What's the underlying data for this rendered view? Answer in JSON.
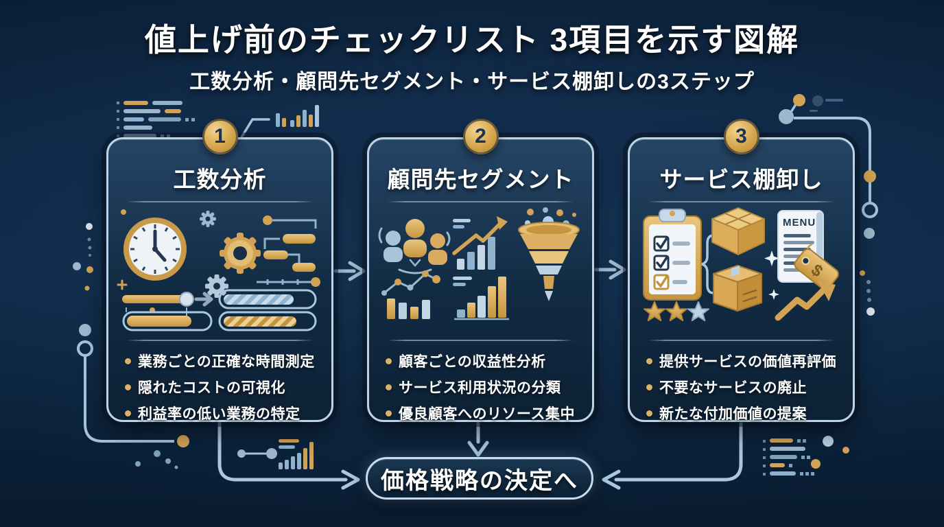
{
  "title": "値上げ前のチェックリスト 3項目を示す図解",
  "subtitle": "工数分析・顧問先セグメント・サービス棚卸しの3ステップ",
  "colors": {
    "background": "#0d2542",
    "card_border": "#bcd4e6",
    "gold": "#d2a355",
    "light_blue": "#a9c7de",
    "text": "#ffffff"
  },
  "cards": [
    {
      "badge": "1",
      "title": "工数分析",
      "icons": [
        "clock-icon",
        "gears-icon",
        "gantt-chart-icon",
        "slider-icon",
        "progress-bars-icon"
      ],
      "bullets": [
        "業務ごとの正確な時間測定",
        "隠れたコストの可視化",
        "利益率の低い業務の特定"
      ]
    },
    {
      "badge": "2",
      "title": "顧問先セグメント",
      "icons": [
        "people-group-icon",
        "bar-chart-up-icon",
        "funnel-icon",
        "line-bar-chart-icon",
        "bar-chart-growth-icon"
      ],
      "bullets": [
        "顧客ごとの収益性分析",
        "サービス利用状況の分類",
        "優良顧客へのリソース集中"
      ]
    },
    {
      "badge": "3",
      "title": "サービス棚卸し",
      "icons": [
        "clipboard-checklist-icon",
        "package-box-icon",
        "cardboard-box-icon",
        "menu-document-icon",
        "price-tag-icon",
        "star-rating-icon",
        "growth-arrow-icon"
      ],
      "menu_label": "MENU",
      "tag_symbol": "$",
      "bullets": [
        "提供サービスの価値再評価",
        "不要なサービスの廃止",
        "新たな付加価値の提案"
      ]
    }
  ],
  "footer": {
    "label": "価格戦略の決定へ"
  }
}
